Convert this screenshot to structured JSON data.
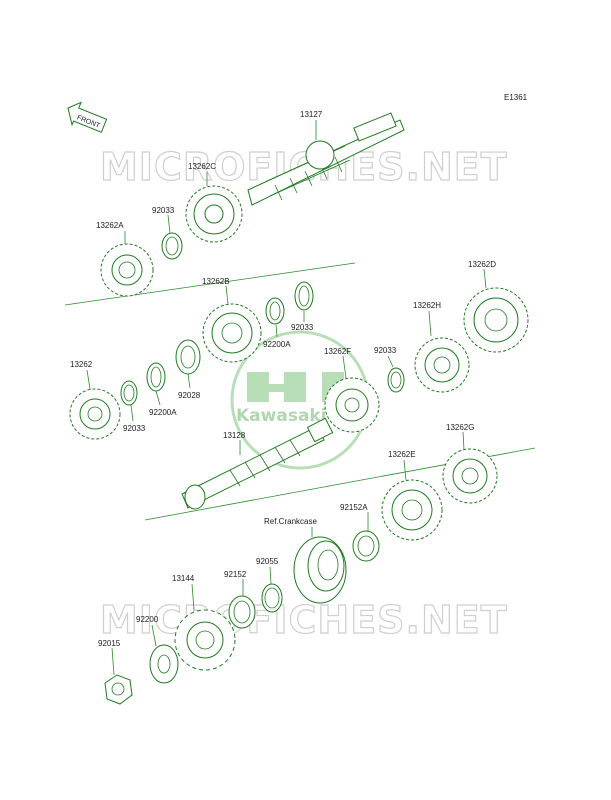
{
  "diagram_code": "E1361",
  "front_label": "FRONT",
  "watermark": "MICROFICHES.NET",
  "logo_text": "Kawasaki",
  "colors": {
    "line": "#2b8a2b",
    "watermark": "#cfcfcf",
    "logo": "#7fc47f"
  },
  "labels": {
    "p13127": "13127",
    "p13262C": "13262C",
    "p92033a": "92033",
    "p13262A": "13262A",
    "p13262B": "13262B",
    "p92033b": "92033",
    "p92200Aa": "92200A",
    "p13262D": "13262D",
    "p13262H": "13262H",
    "p92033c": "92033",
    "p13262F": "13262F",
    "p13262": "13262",
    "p92028": "92028",
    "p92200Ab": "92200A",
    "p92033d": "92033",
    "p13128": "13128",
    "p13262G": "13262G",
    "p13262E": "13262E",
    "p92152A": "92152A",
    "refCrank": "Ref.Crankcase",
    "p13144": "13144",
    "p92152": "92152",
    "p92055": "92055",
    "p92200": "92200",
    "p92015": "92015"
  }
}
